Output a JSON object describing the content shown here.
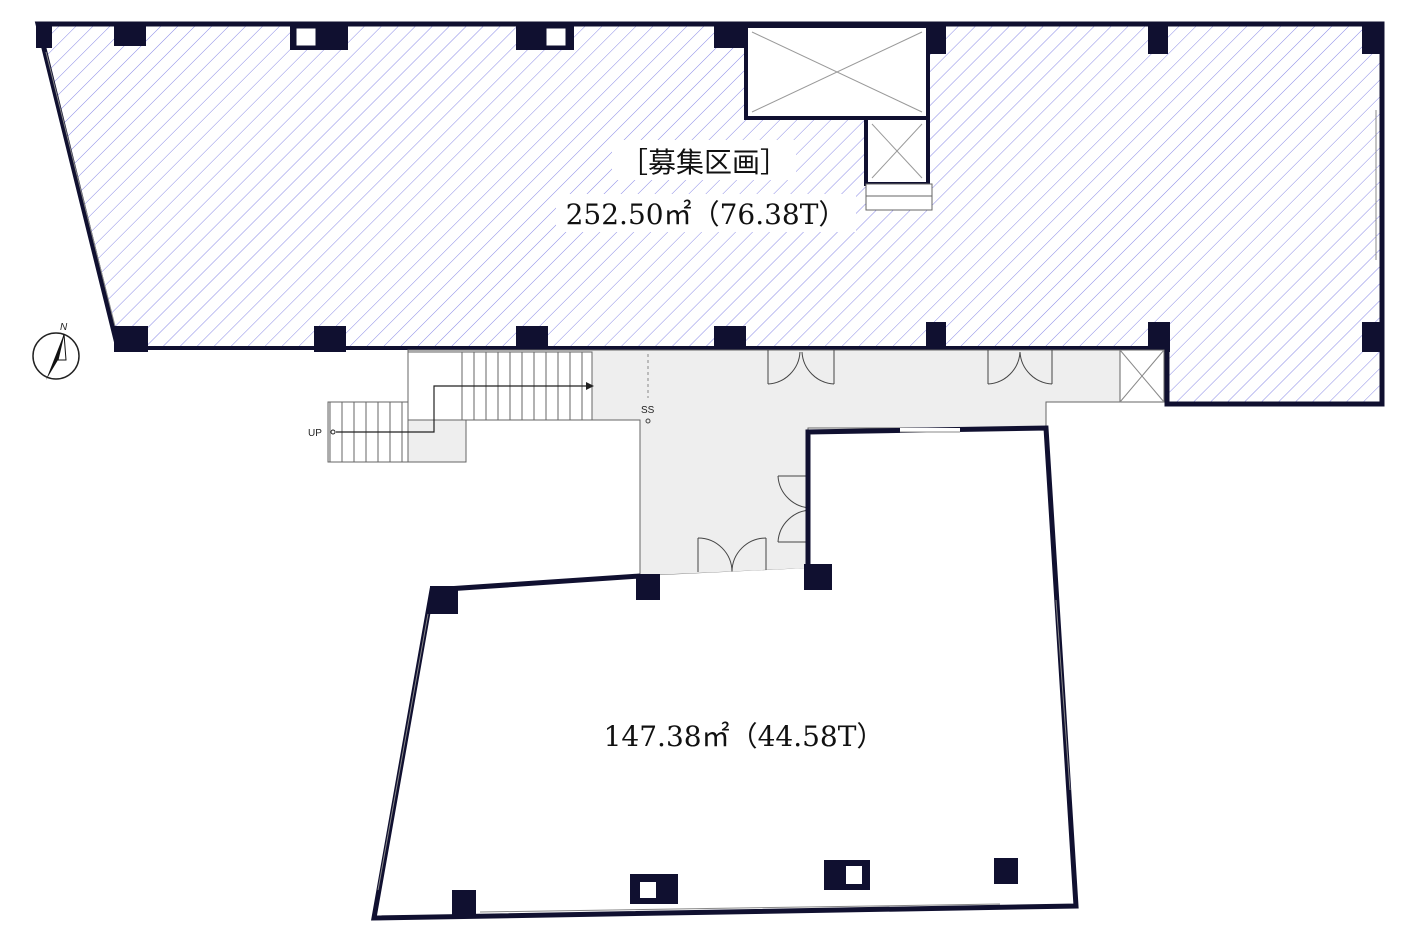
{
  "upper_unit": {
    "title": "［募集区画］",
    "area": "252.50㎡（76.38T）",
    "hatch_color": "#8a8ae6"
  },
  "lower_unit": {
    "area": "147.38㎡（44.58T）"
  },
  "common": {
    "stair_label": "UP",
    "ss_label": "SS",
    "fill_color": "#eeeeee"
  },
  "compass": {
    "north_label": "N"
  },
  "colors": {
    "wall": "#101030",
    "column": "#101030"
  }
}
